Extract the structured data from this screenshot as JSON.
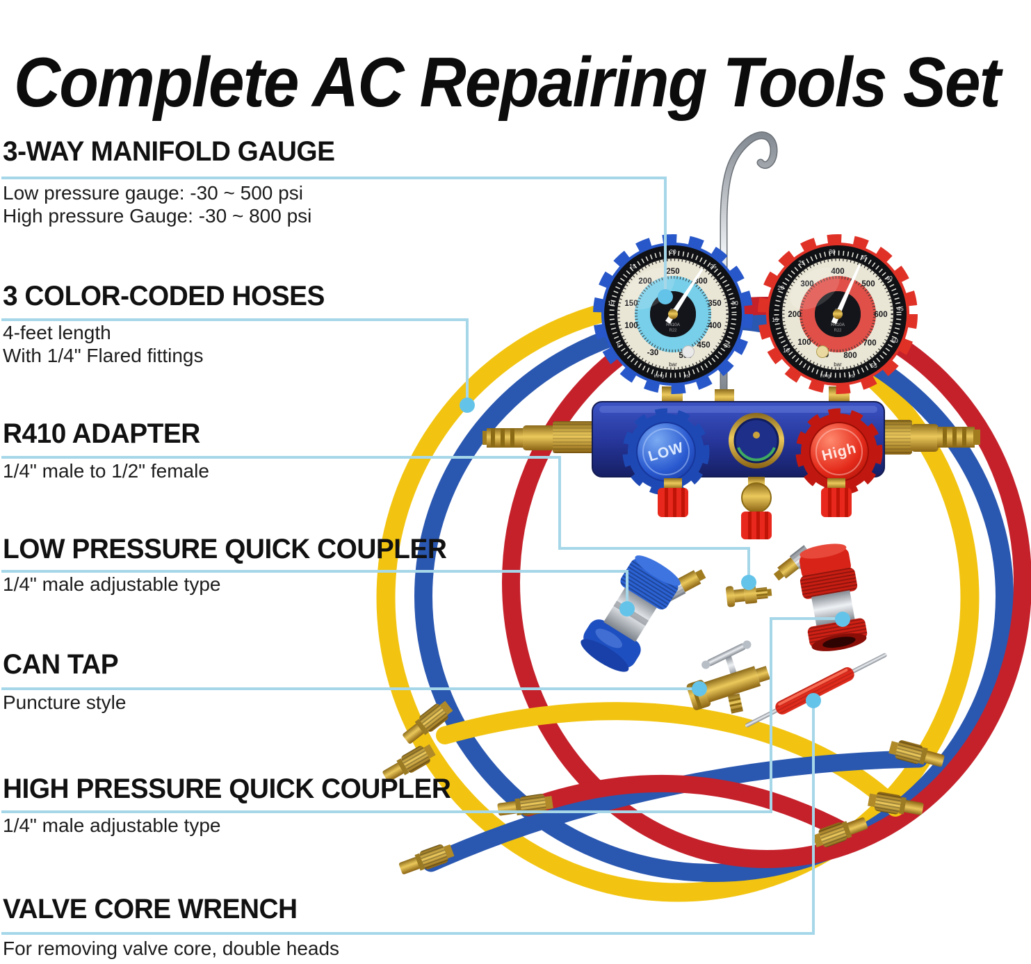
{
  "title": "Complete AC Repairing Tools Set",
  "sections": [
    {
      "heading": "3-WAY MANIFOLD GAUGE",
      "lines": [
        "Low pressure gauge: -30 ~ 500 psi",
        "High pressure Gauge: -30 ~ 800 psi"
      ]
    },
    {
      "heading": "3 COLOR-CODED HOSES",
      "lines": [
        "4-feet length",
        "With 1/4\" Flared fittings"
      ]
    },
    {
      "heading": "R410 ADAPTER",
      "lines": [
        "1/4\" male to 1/2\" female"
      ]
    },
    {
      "heading": "LOW PRESSURE QUICK COUPLER",
      "lines": [
        "1/4\" male adjustable type"
      ]
    },
    {
      "heading": "CAN TAP",
      "lines": [
        "Puncture style"
      ]
    },
    {
      "heading": "HIGH PRESSURE QUICK COUPLER",
      "lines": [
        "1/4\" male adjustable type"
      ]
    },
    {
      "heading": "VALVE CORE WRENCH",
      "lines": [
        "For removing valve core, double heads"
      ]
    }
  ],
  "manifold": {
    "low_label": "LOW",
    "high_label": "High"
  },
  "units": {
    "bar": "bar",
    "inhg": "inHg",
    "psi": "psi",
    "deg": "°F",
    "r1": "R410A",
    "r2": "R22"
  },
  "gauge_low": {
    "neg": "-30",
    "psi": [
      "100",
      "150",
      "200",
      "250",
      "300",
      "350",
      "400",
      "450",
      "500"
    ],
    "bar": [
      "5",
      "10",
      "15",
      "20",
      "25",
      "30",
      "35"
    ]
  },
  "gauge_high": {
    "neg": "-30",
    "psi": [
      "100",
      "200",
      "300",
      "400",
      "500",
      "600",
      "700",
      "800"
    ],
    "bar": [
      "10",
      "15",
      "20",
      "25",
      "30",
      "35",
      "40",
      "45",
      "50",
      "55"
    ]
  },
  "colors": {
    "callout_line": "#a6d7e9",
    "callout_dot": "#64c3e9",
    "hose_yellow": "#f2c411",
    "hose_blue": "#2a57b0",
    "hose_red": "#c5212b",
    "brass": "#c9952f",
    "manifold_blue": "#2b3da0",
    "gauge_low_bezel": "#2757c9",
    "gauge_high_bezel": "#e03126",
    "port_cap_red": "#e8281c"
  }
}
